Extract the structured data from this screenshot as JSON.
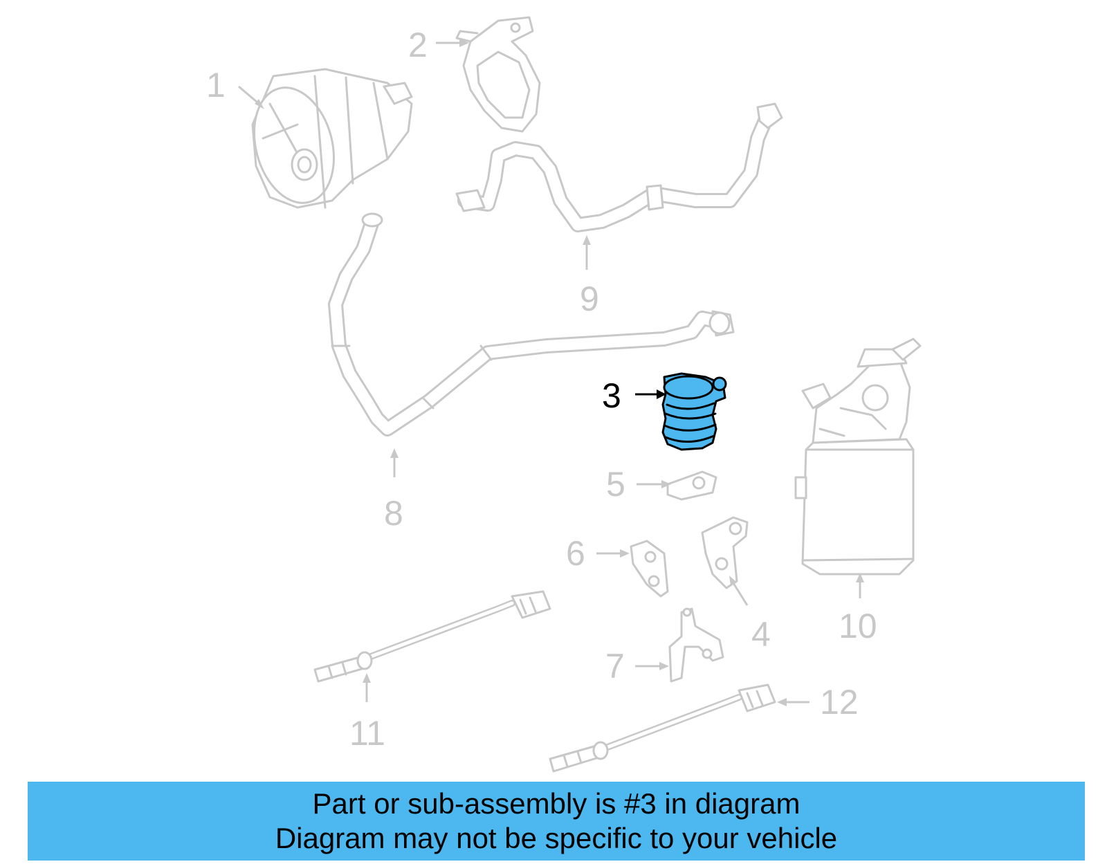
{
  "diagram": {
    "highlighted_part": "3",
    "highlight_color": "#4db8f0",
    "faded_color": "#c8c8c8",
    "callouts": [
      {
        "id": "1",
        "label": "1"
      },
      {
        "id": "2",
        "label": "2"
      },
      {
        "id": "3",
        "label": "3"
      },
      {
        "id": "4",
        "label": "4"
      },
      {
        "id": "5",
        "label": "5"
      },
      {
        "id": "6",
        "label": "6"
      },
      {
        "id": "7",
        "label": "7"
      },
      {
        "id": "8",
        "label": "8"
      },
      {
        "id": "9",
        "label": "9"
      },
      {
        "id": "10",
        "label": "10"
      },
      {
        "id": "11",
        "label": "11"
      },
      {
        "id": "12",
        "label": "12"
      }
    ]
  },
  "banner": {
    "line1": "Part or sub-assembly is #3 in diagram",
    "line2": "Diagram may not be specific to your vehicle",
    "background_color": "#4db8f0"
  }
}
